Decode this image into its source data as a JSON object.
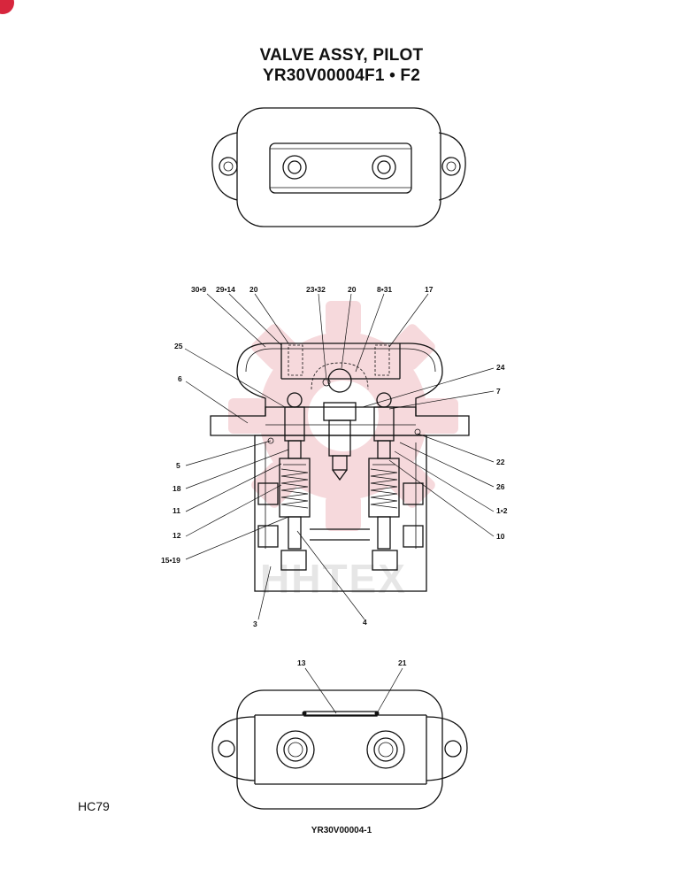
{
  "title": {
    "line1": "VALVE ASSY, PILOT",
    "line2": "YR30V00004F1 • F2"
  },
  "page_code": "HC79",
  "drawing_code": "YR30V00004-1",
  "watermark": {
    "text": "HHTEX",
    "gear_color": "#f6d9dc",
    "text_color": "#e6e6e6"
  },
  "accent_color": "#d7263d",
  "callouts": {
    "c30_9": "30•9",
    "c29_14": "29•14",
    "c20a": "20",
    "c23_32": "23•32",
    "c20b": "20",
    "c8_31": "8•31",
    "c17": "17",
    "c25": "25",
    "c24": "24",
    "c6": "6",
    "c7": "7",
    "c5": "5",
    "c22": "22",
    "c18": "18",
    "c26": "26",
    "c11": "11",
    "c1_2": "1•2",
    "c12": "12",
    "c10": "10",
    "c15_19": "15•19",
    "c3": "3",
    "c4": "4",
    "c13": "13",
    "c21": "21"
  }
}
